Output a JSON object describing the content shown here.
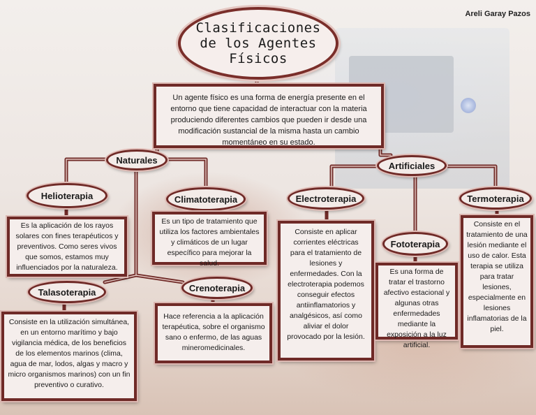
{
  "author": "Areli Garay Pazos",
  "title": "Clasificaciones\nde los Agentes\nFísicos",
  "definition": "Un agente físico es una forma de energía presente en el entorno que tiene capacidad de interactuar con la materia produciendo diferentes cambios que pueden ir desde una modificación sustancial de la misma hasta un cambio momentáneo en su estado.",
  "categories": {
    "naturales": "Naturales",
    "artificiales": "Artificiales"
  },
  "terms": {
    "helioterapia": {
      "label": "Helioterapia",
      "text": "Es la aplicación de los rayos solares con fines terapéuticos y preventivos. Como seres vivos que somos, estamos muy influenciados por la naturaleza."
    },
    "climatoterapia": {
      "label": "Climatoterapia",
      "text": "Es un tipo de tratamiento que utiliza los factores ambientales y climáticos de un lugar específico para mejorar la salud."
    },
    "talasoterapia": {
      "label": "Talasoterapia",
      "text": "Consiste en la utilización simultánea, en un entorno marítimo y bajo vigilancia médica, de los beneficios de los elementos marinos (clima, agua de mar, lodos, algas y macro y micro organismos marinos) con un fin preventivo o curativo."
    },
    "crenoterapia": {
      "label": "Crenoterapia",
      "text": "Hace referencia a la aplicación terapéutica, sobre el organismo sano o enfermo, de las aguas mineromedicinales."
    },
    "electroterapia": {
      "label": "Electroterapia",
      "text": "Consiste en aplicar corrientes eléctricas para el tratamiento de lesiones y enfermedades. Con la electroterapia podemos conseguir efectos antiinflamatorios y analgésicos, así como aliviar el dolor provocado por la lesión."
    },
    "fototerapia": {
      "label": "Fototerapia",
      "text": "Es una forma de tratar el trastorno afectivo estacional y algunas otras enfermedades mediante la exposición a la luz artificial."
    },
    "termoterapia": {
      "label": "Termoterapia",
      "text": "Consiste en el tratamiento de una lesión mediante el uso de calor. Esta terapia se utiliza para tratar lesiones, especialmente en lesiones inflamatorias de la piel."
    }
  },
  "colors": {
    "border": "#6f2a27",
    "fill": "#f5eeec",
    "halo": "#dcb8b2"
  }
}
